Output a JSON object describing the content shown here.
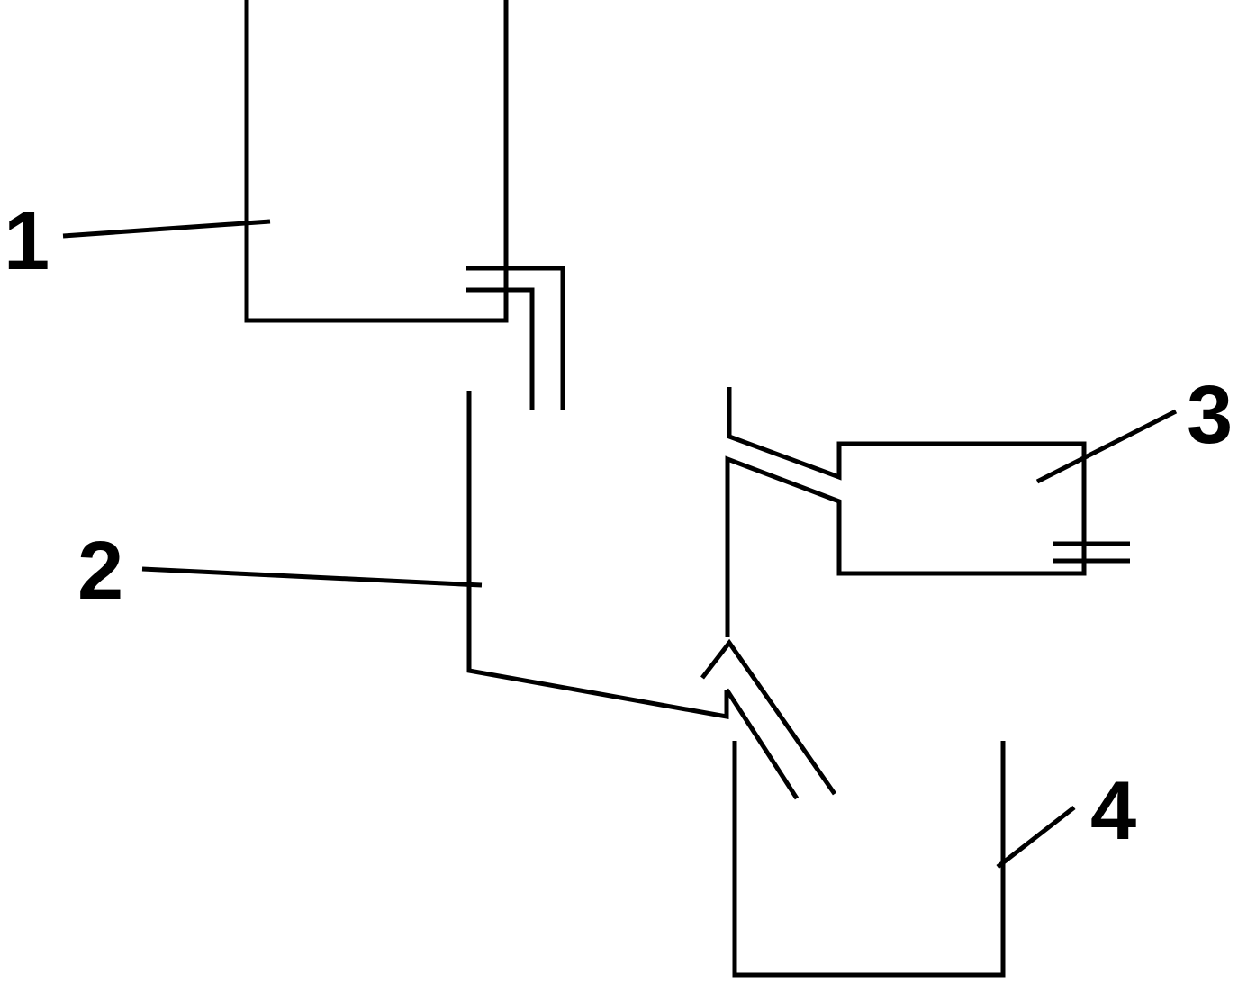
{
  "diagram": {
    "labels": {
      "tank_1": "1",
      "vessel_2": "2",
      "vessel_3": "3",
      "vessel_4": "4"
    },
    "line_color": "#000000",
    "background": "#ffffff"
  }
}
